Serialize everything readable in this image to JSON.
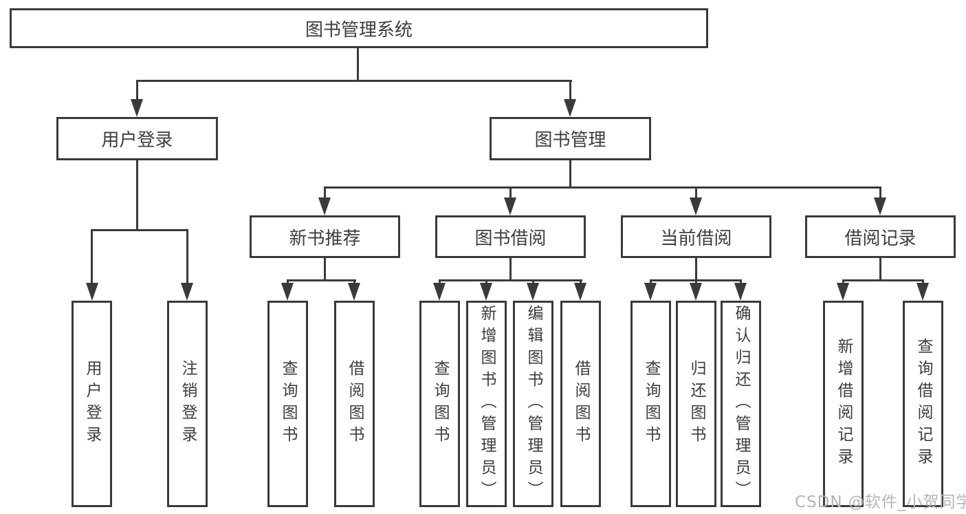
{
  "diagram": {
    "root": "图书管理系统",
    "level2": {
      "login": "用户登录",
      "book_mgmt": "图书管理"
    },
    "level3": {
      "new_book": "新书推荐",
      "borrow": "图书借阅",
      "current": "当前借阅",
      "records": "借阅记录"
    },
    "leaves": {
      "login": [
        "用户登录",
        "注销登录"
      ],
      "new_book": [
        "查询图书",
        "借阅图书"
      ],
      "borrow": [
        "查询图书",
        "新增图书（管理员）",
        "编辑图书（管理员）",
        "借阅图书"
      ],
      "current": [
        "查询图书",
        "归还图书",
        "确认归还（管理员）"
      ],
      "records": [
        "新增借阅记录",
        "查询借阅记录"
      ]
    }
  },
  "watermark": "CSDN @软件_小贺同学",
  "colors": {
    "line": "#3a3a3a",
    "text": "#3d3d3d",
    "watermark": "#b5b5b5",
    "background": "#ffffff"
  }
}
